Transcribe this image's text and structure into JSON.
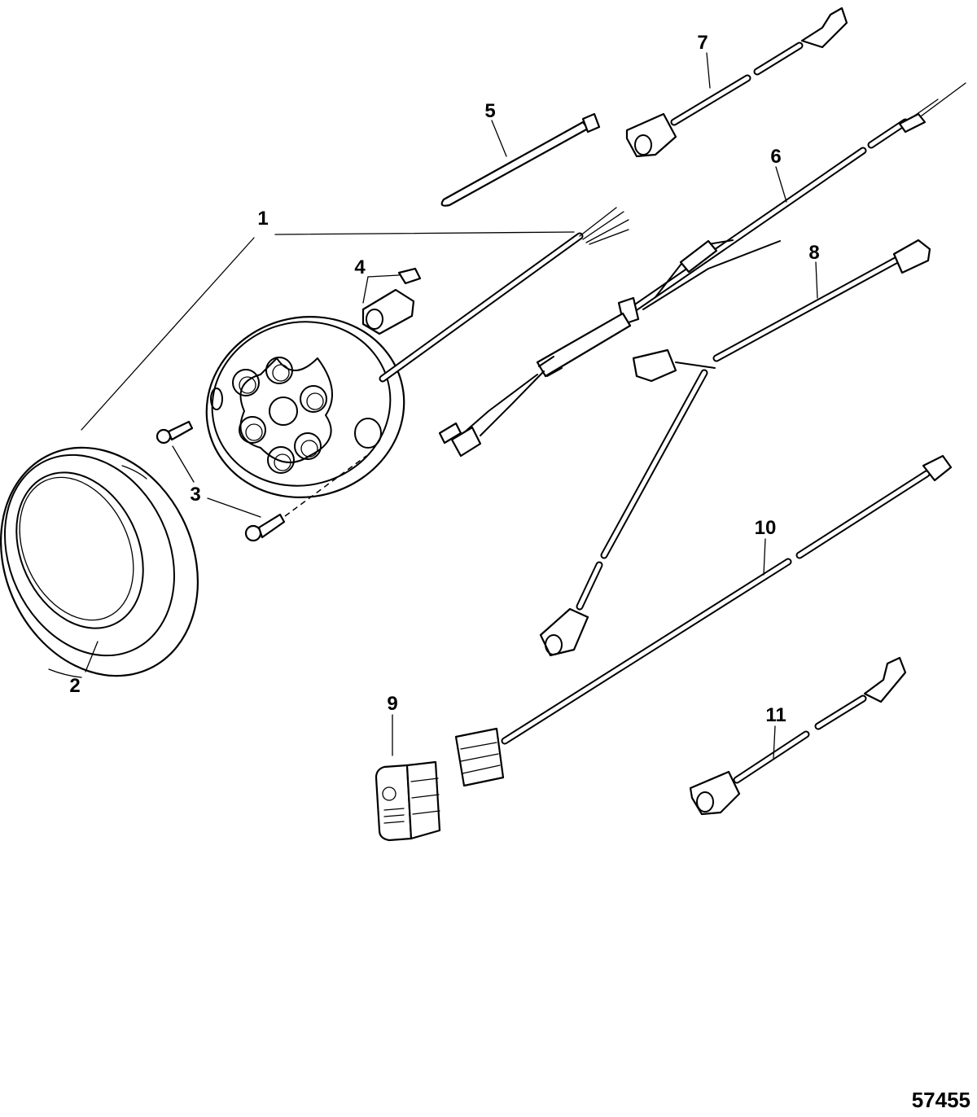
{
  "callouts": [
    {
      "id": "1",
      "label": "1"
    },
    {
      "id": "2",
      "label": "2"
    },
    {
      "id": "3",
      "label": "3"
    },
    {
      "id": "4",
      "label": "4"
    },
    {
      "id": "5",
      "label": "5"
    },
    {
      "id": "6",
      "label": "6"
    },
    {
      "id": "7",
      "label": "7"
    },
    {
      "id": "8",
      "label": "8"
    },
    {
      "id": "9",
      "label": "9"
    },
    {
      "id": "10",
      "label": "10"
    },
    {
      "id": "11",
      "label": "11"
    }
  ],
  "figure_number": "57455"
}
